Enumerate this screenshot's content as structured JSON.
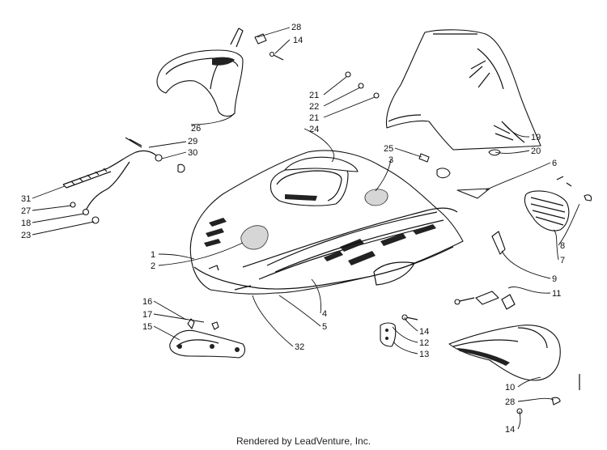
{
  "diagram": {
    "callouts": [
      "28",
      "14",
      "26",
      "21",
      "22",
      "21",
      "24",
      "29",
      "30",
      "25",
      "3",
      "19",
      "20",
      "6",
      "31",
      "27",
      "18",
      "23",
      "1",
      "2",
      "8",
      "7",
      "9",
      "11",
      "16",
      "17",
      "15",
      "4",
      "5",
      "32",
      "14",
      "12",
      "13",
      "10",
      "28",
      "14"
    ]
  },
  "footer": {
    "credit": "Rendered by LeadVenture, Inc."
  },
  "colors": {
    "ink": "#111111",
    "paper": "#ffffff",
    "foam": "#d6d6d6"
  }
}
